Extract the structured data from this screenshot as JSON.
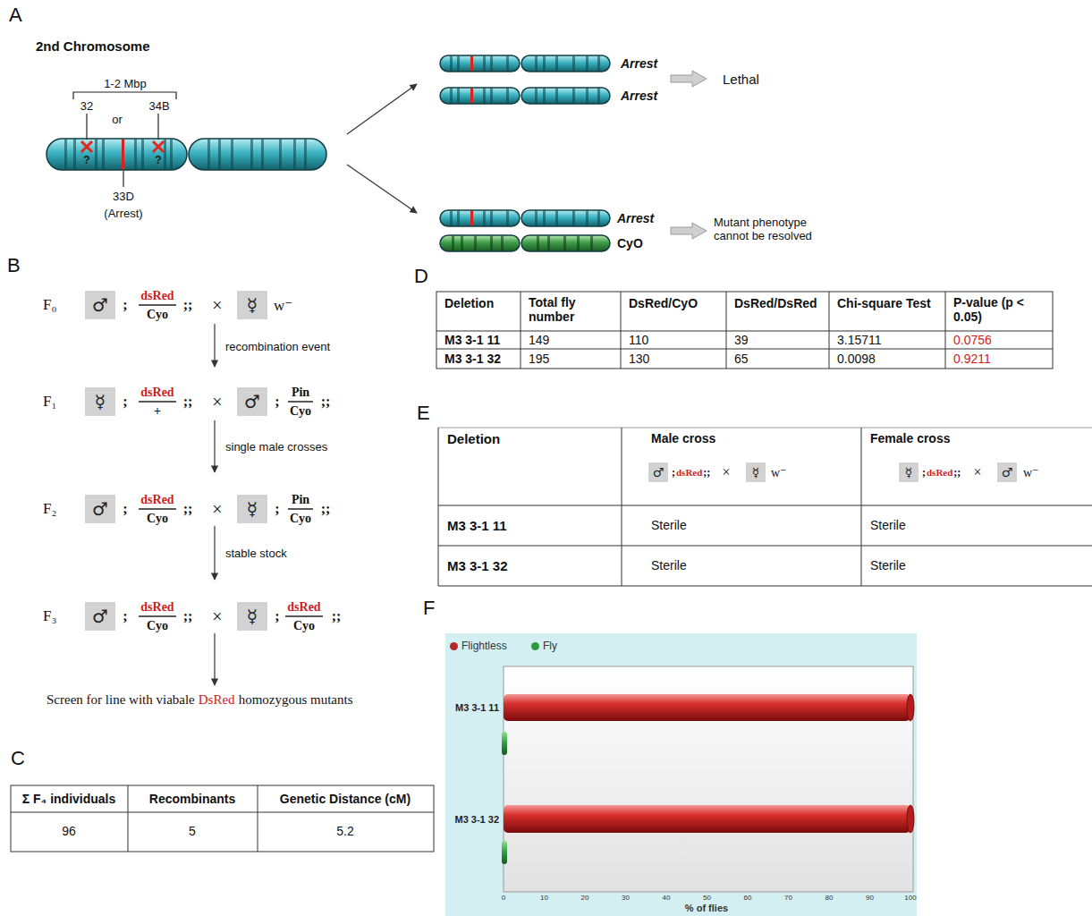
{
  "diagram": {
    "nodes": [
      {
        "text": [
          "♂"
        ]
      },
      {
        "text": [
          "☿"
        ]
      },
      {
        "text": [
          "☿"
        ]
      },
      {
        "text": [
          "♂"
        ]
      },
      {
        "text": [
          "♂"
        ]
      },
      {
        "text": [
          "☿"
        ]
      },
      {
        "text": [
          "♂"
        ]
      },
      {
        "text": [
          "☿"
        ]
      },
      {
        "text": [
          "♂"
        ]
      },
      {
        "text": [
          "☿"
        ]
      },
      {
        "text": [
          "☿"
        ]
      },
      {
        "text": [
          "♂"
        ]
      }
    ],
    "labels": [
      "A",
      "2nd Chromosome",
      "1-2 Mbp",
      "32",
      "or",
      "34B",
      "?",
      "?",
      "33D",
      "(Arrest)",
      "Arrest",
      "Arrest",
      "Lethal",
      "Arrest",
      "CyO",
      "Mutant phenotype cannot be resolved",
      "B",
      "F₀",
      ";",
      "dsRed",
      "Cyo",
      ";;",
      "×",
      "w⁻",
      "recombination event",
      "F₁",
      ";",
      "dsRed",
      "+",
      ";;",
      "×",
      ";",
      "Pin",
      "Cyo",
      ";;",
      "single male crosses",
      "F₂",
      ";",
      "dsRed",
      "Cyo",
      ";;",
      "×",
      ";",
      "Pin",
      "Cyo",
      ";;",
      "stable stock",
      "F₃",
      ";",
      "dsRed",
      "Cyo",
      ";;",
      "×",
      ";",
      "dsRed",
      "Cyo",
      ";;",
      "Screen for line with viabale",
      "DsRed",
      "homozygous mutants",
      "C",
      "Σ F₄ individuals",
      "Recombinants",
      "Genetic Distance (cM)",
      "96",
      "5",
      "5.2",
      "D",
      "Deletion",
      "Total fly number",
      "DsRed/CyO",
      "DsRed/DsRed",
      "Chi-square Test",
      "P-value (p < 0.05)",
      "M3 3-1 11",
      "149",
      "110",
      "39",
      "3.15711",
      "0.0756",
      "M3 3-1 32",
      "195",
      "130",
      "65",
      "0.0098",
      "0.9211",
      "E",
      "Deletion",
      "Male cross",
      ";",
      "dsRed",
      ";;",
      "×",
      "w⁻",
      "Female cross",
      ";",
      "dsRed",
      ";;",
      "×",
      "w⁻",
      "M3 3-1 11",
      "Sterile",
      "Sterile",
      "M3 3-1 32",
      "Sterile",
      "Sterile",
      "F",
      "M3 3-1 11",
      "M3 3-1 32",
      "0",
      "10",
      "20",
      "30",
      "40",
      "50",
      "60",
      "70",
      "80",
      "90",
      "100",
      "% of flies"
    ],
    "legend": [
      {
        "text": "Flightless",
        "color": "#b3262a"
      },
      {
        "text": "Fly",
        "color": "#2e9a3e"
      }
    ]
  }
}
